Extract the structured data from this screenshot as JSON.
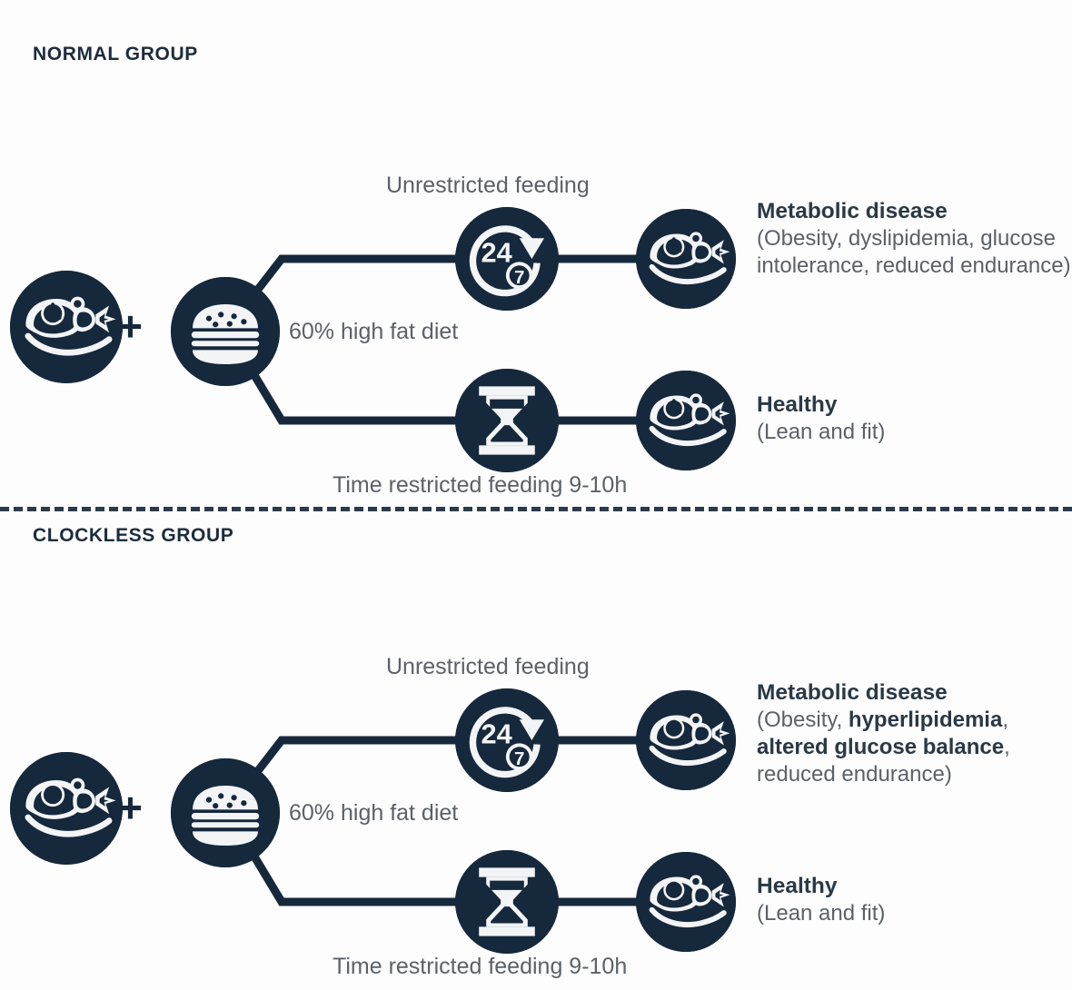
{
  "figure": {
    "type": "diagram",
    "background_color": "#fdfdfd",
    "accent_color": "#16283c",
    "text_color": "#5c6168",
    "heading_color": "#1d2c3d",
    "divider_style": "dashed"
  },
  "panels": [
    {
      "id": "normal",
      "heading": "NORMAL GROUP",
      "start": {
        "icon": "mouse-with-clock-icon",
        "clock_state": "with-hands"
      },
      "plus": "+",
      "diet": {
        "icon": "burger-icon",
        "label": "60% high fat diet"
      },
      "branches": [
        {
          "id": "unrestricted",
          "label": "Unrestricted feeding",
          "label_position": "above",
          "icon": "twenty-four-seven-icon",
          "icon_text_main": "24",
          "icon_text_sub": "7",
          "outcome": {
            "icon": "mouse-with-clock-icon",
            "clock_state": "with-hands",
            "title": "Metabolic disease",
            "detail_parts": [
              {
                "text": "(Obesity, dyslipidemia, glucose intolerance, reduced endurance)",
                "bold": false
              }
            ]
          }
        },
        {
          "id": "time-restricted",
          "label": "Time restricted feeding 9-10h",
          "label_position": "below",
          "icon": "hourglass-icon",
          "outcome": {
            "icon": "mouse-with-clock-icon",
            "clock_state": "with-hands",
            "title": "Healthy",
            "detail_parts": [
              {
                "text": "(Lean and fit)",
                "bold": false
              }
            ]
          }
        }
      ]
    },
    {
      "id": "clockless",
      "heading": "CLOCKLESS GROUP",
      "start": {
        "icon": "mouse-with-clock-icon",
        "clock_state": "empty"
      },
      "plus": "+",
      "diet": {
        "icon": "burger-icon",
        "label": "60% high fat diet"
      },
      "branches": [
        {
          "id": "unrestricted",
          "label": "Unrestricted feeding",
          "label_position": "above",
          "icon": "twenty-four-seven-icon",
          "icon_text_main": "24",
          "icon_text_sub": "7",
          "outcome": {
            "icon": "mouse-with-clock-icon",
            "clock_state": "empty",
            "title": "Metabolic disease",
            "detail_parts": [
              {
                "text": "(Obesity, ",
                "bold": false
              },
              {
                "text": "hyperlipidemia",
                "bold": true
              },
              {
                "text": ", ",
                "bold": false
              },
              {
                "text": "altered glucose balance",
                "bold": true
              },
              {
                "text": ", reduced endurance)",
                "bold": false
              }
            ]
          }
        },
        {
          "id": "time-restricted",
          "label": "Time restricted feeding 9-10h",
          "label_position": "below",
          "icon": "hourglass-icon",
          "outcome": {
            "icon": "mouse-with-clock-icon",
            "clock_state": "empty",
            "title": "Healthy",
            "detail_parts": [
              {
                "text": "(Lean and fit)",
                "bold": false
              }
            ]
          }
        }
      ]
    }
  ]
}
